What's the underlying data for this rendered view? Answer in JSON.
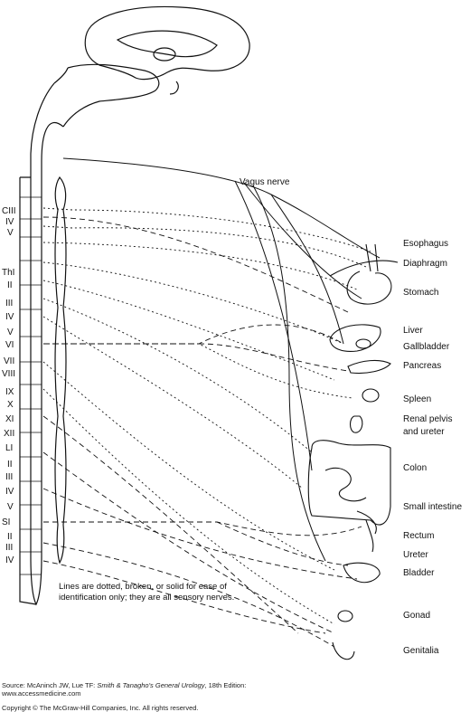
{
  "title_label": "Vagus nerve",
  "organs": [
    "Esophagus",
    "Diaphragm",
    "Stomach",
    "Liver",
    "Gallbladder",
    "Pancreas",
    "Spleen",
    "Renal pelvis",
    "and ureter",
    "Colon",
    "Small intestine",
    "Rectum",
    "Ureter",
    "Bladder",
    "Gonad",
    "Genitalia"
  ],
  "segments": [
    "CIII",
    "IV",
    "V",
    "ThI",
    "II",
    "III",
    "IV",
    "V",
    "VI",
    "VII",
    "VIII",
    "IX",
    "X",
    "XI",
    "XII",
    "LI",
    "II",
    "III",
    "IV",
    "V",
    "SI",
    "II",
    "III",
    "IV"
  ],
  "note": "Lines are dotted, broken, or solid for ease of identification only; they are all sensory nerves.",
  "source": {
    "prefix": "Source: McAninch JW, Lue TF: ",
    "book": "Smith & Tanagho's General Urology",
    "suffix": ", 18th Edition:",
    "url": "www.accessmedicine.com",
    "copyright": "Copyright © The McGraw-Hill Companies, Inc. All rights reserved."
  },
  "colors": {
    "ink": "#111111",
    "background": "#ffffff"
  }
}
